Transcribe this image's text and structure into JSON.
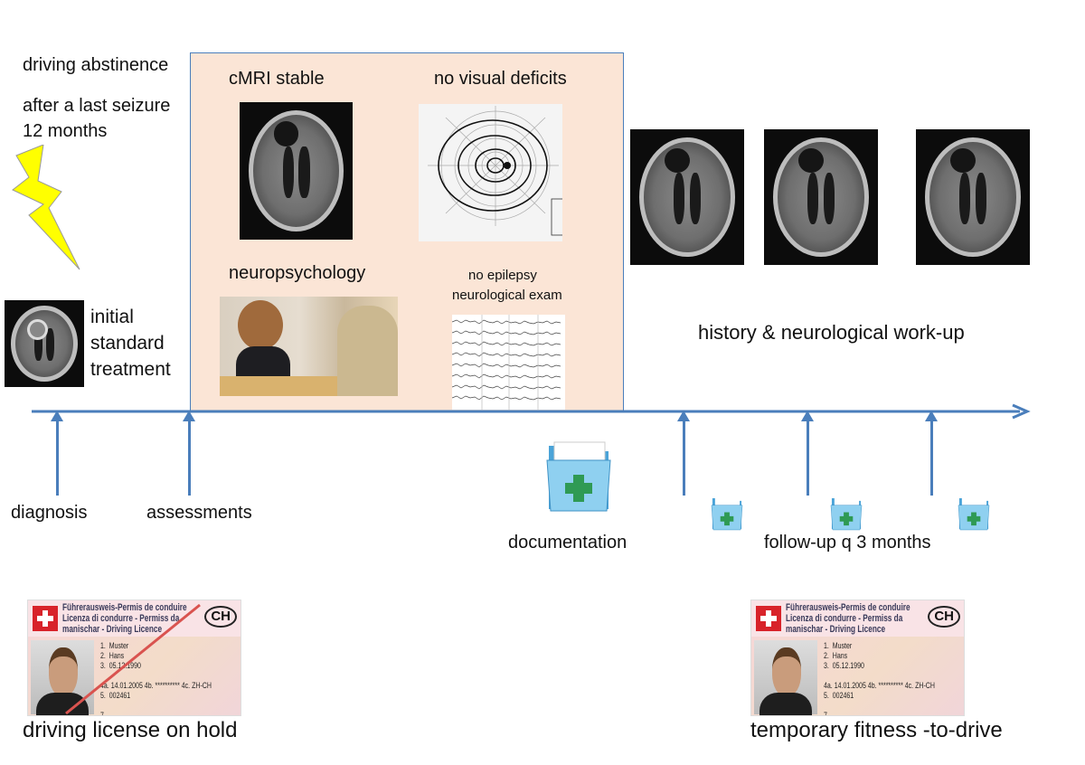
{
  "left_notes": {
    "abstinence": "driving abstinence",
    "seizure_line1": "after a last seizure",
    "seizure_line2": "12 months",
    "treatment": [
      "initial",
      "standard",
      "treatment"
    ]
  },
  "assessment_box": {
    "mri_label": "cMRI stable",
    "visual_label": "no visual deficits",
    "neuropsych_label": "neuropsychology",
    "epilepsy_label": "no epilepsy",
    "neuro_exam_label": "neurological exam"
  },
  "workup_label": "history & neurological work-up",
  "timeline": {
    "diagnosis": "diagnosis",
    "assessments": "assessments",
    "documentation": "documentation",
    "follow_up": "follow-up q 3 months",
    "color": "#4a7ebb"
  },
  "license": {
    "header_line1": "Führerausweis-Permis de conduire",
    "header_line2": "Licenza di condurre - Permiss da",
    "header_line3": "manischar - Driving Licence",
    "country": "CH",
    "fields": "1.  Muster\n2.  Hans\n3.  05.12.1990\n\n4a. 14.01.2005 4b. ********** 4c. ZH-CH\n5.  002461\n\n7.",
    "on_hold_label": "driving license on hold",
    "fitness_label": "temporary fitness -to-drive"
  },
  "colors": {
    "box_fill": "#fbe5d6",
    "lightning": "#ffff00",
    "strike": "#d9534f"
  }
}
